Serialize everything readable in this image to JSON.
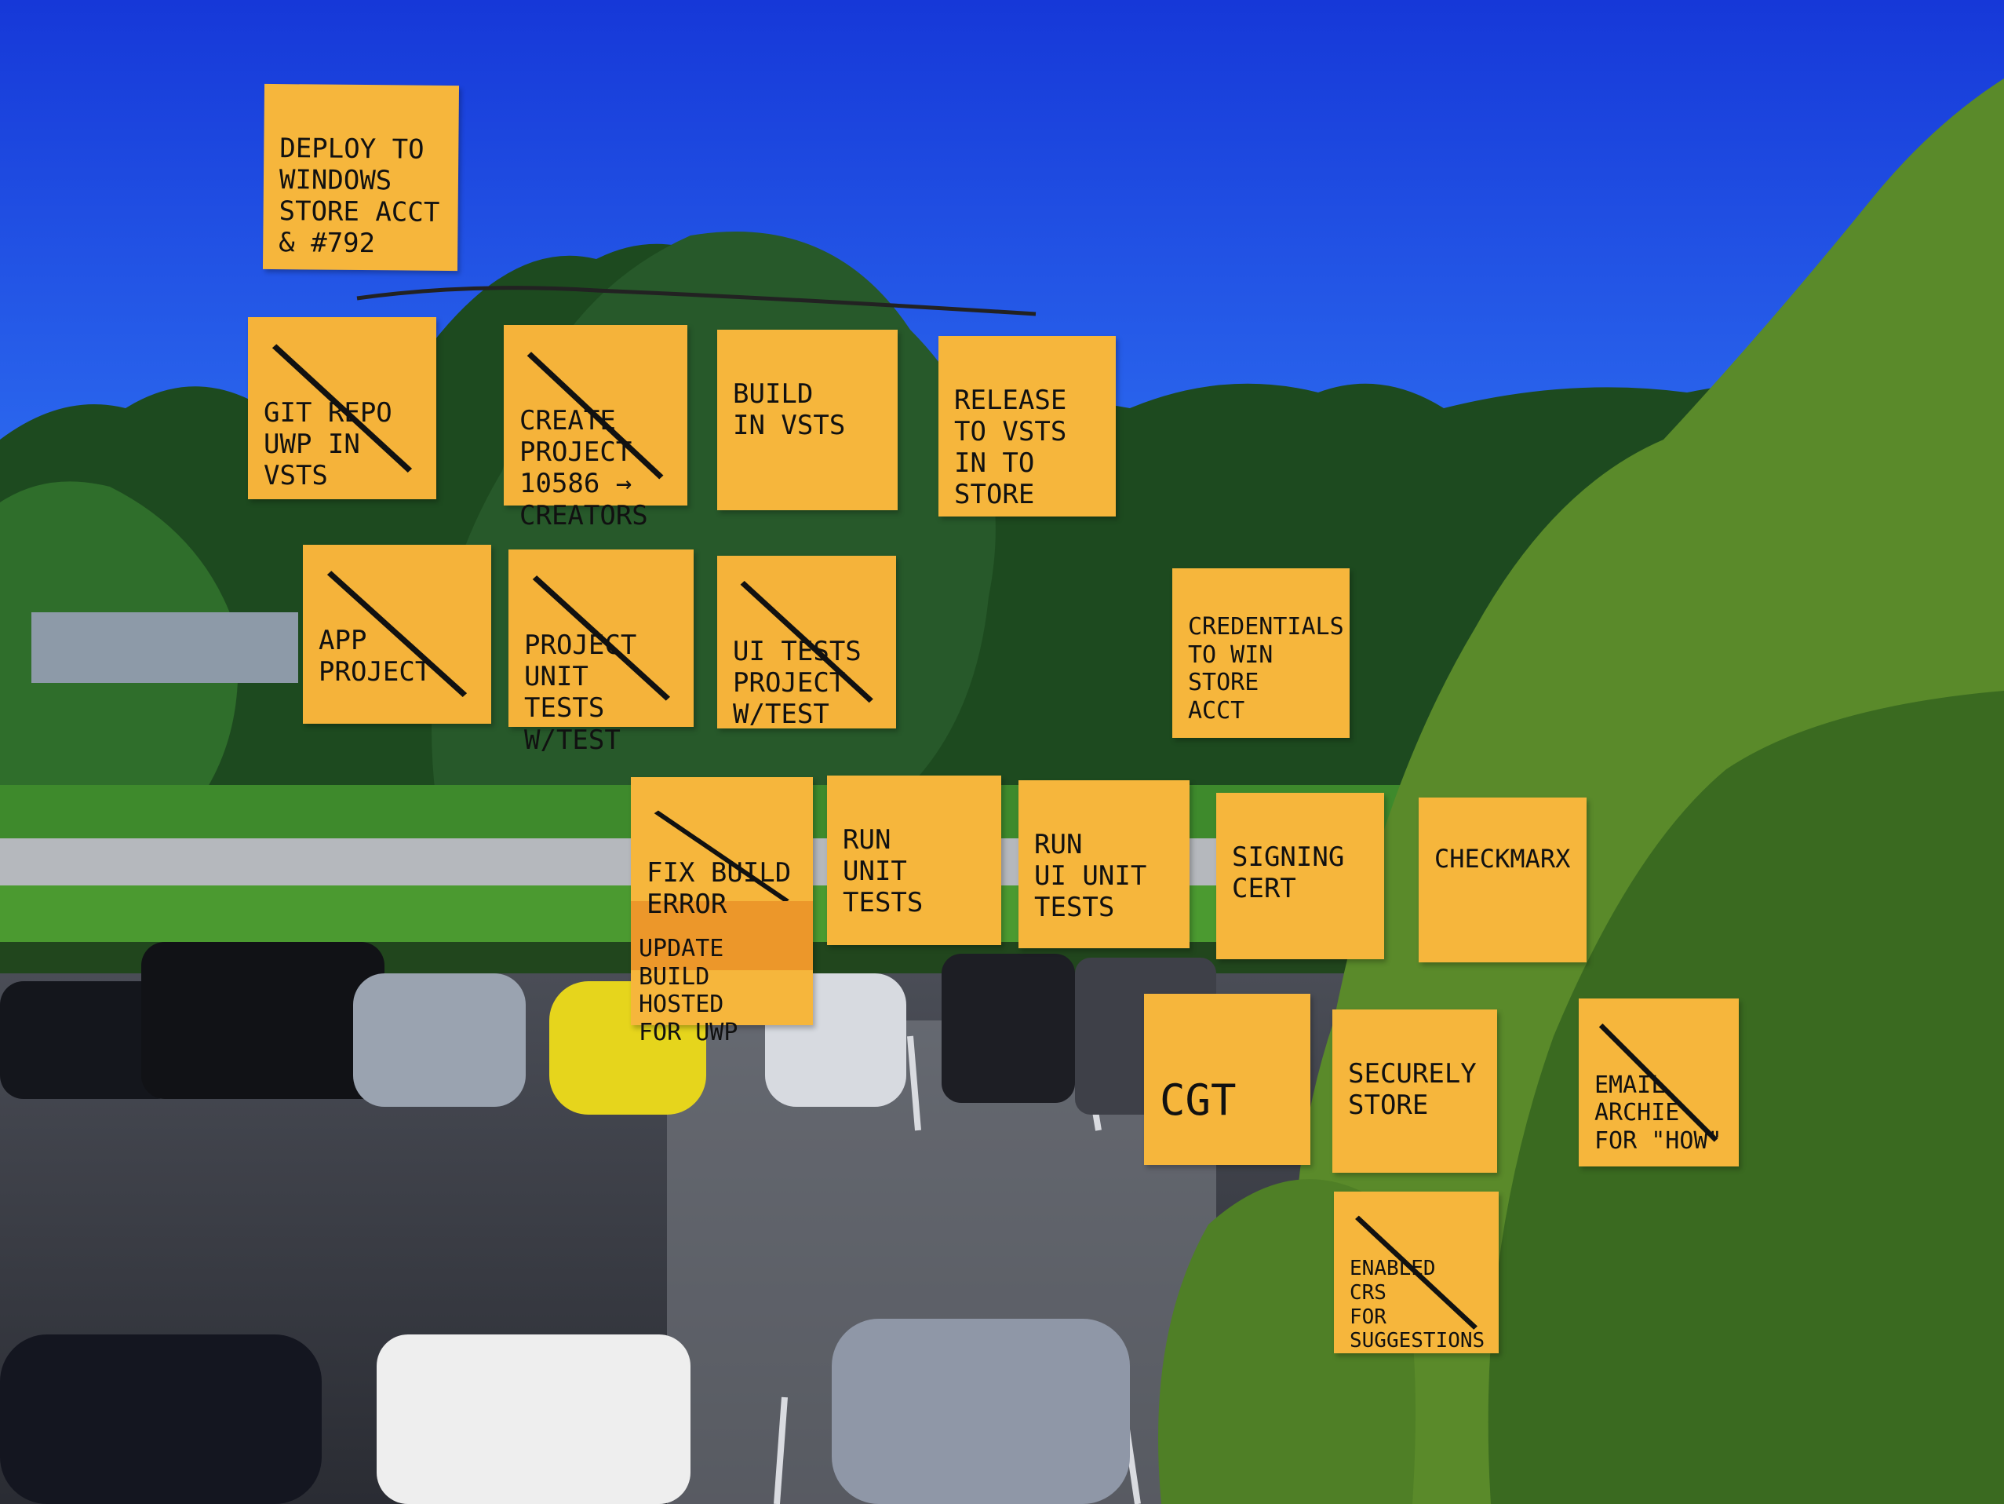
{
  "scene": {
    "colors": {
      "sky_top": "#1a3ee0",
      "sky_bottom": "#2c67ef",
      "trees_dark": "#13361a",
      "trees_mid": "#2e6b2a",
      "grass": "#3f8a2a",
      "road": "#b9bcc0",
      "parking": "#3a3c44",
      "sticky": "#f6b840",
      "sticky_dark": "#ef9a2c"
    }
  },
  "notes": [
    {
      "id": "deploy",
      "text": "Deploy to\nWindows\nStore Acct\n& #792",
      "struck": false
    },
    {
      "id": "git-repo",
      "text": "Git Repo\nUWP in\nVSTS",
      "struck": true
    },
    {
      "id": "create-project",
      "text": "Create\nProject\n10586 → Creators",
      "struck": true
    },
    {
      "id": "build",
      "text": "Build\nin VSTS",
      "struck": false
    },
    {
      "id": "release",
      "text": "Release\nto VSTS\nin to store",
      "struck": false
    },
    {
      "id": "app-project",
      "text": "App\nProject",
      "struck": true
    },
    {
      "id": "project-unit-tests",
      "text": "Project\nUnit Tests\nw/Test",
      "struck": true
    },
    {
      "id": "ui-tests",
      "text": "UI Tests\nProject\nw/Test",
      "struck": true
    },
    {
      "id": "credentials",
      "text": "Credentials\nto win store\nAcct",
      "struck": false
    },
    {
      "id": "fix-build",
      "text": "Fix Build\nError",
      "struck": true,
      "subnote": "Update Build\nHosted\nFor UWP"
    },
    {
      "id": "run-unit-tests",
      "text": "Run\nUnit\nTests",
      "struck": false
    },
    {
      "id": "run-ui-unit-tests",
      "text": "Run\nUI Unit\nTests",
      "struck": false
    },
    {
      "id": "signing-cert",
      "text": "Signing\nCert",
      "struck": false
    },
    {
      "id": "checkmarx",
      "text": "Checkmarx",
      "struck": false
    },
    {
      "id": "cgt",
      "text": "CGT",
      "struck": false
    },
    {
      "id": "securely-store",
      "text": "Securely\nStore",
      "struck": false
    },
    {
      "id": "email-archie",
      "text": "Email\nArchie\nfor \"how\"",
      "struck": true
    },
    {
      "id": "enabled-crs",
      "text": "Enabled\nCRs\nfor suggestions",
      "struck": true
    }
  ]
}
